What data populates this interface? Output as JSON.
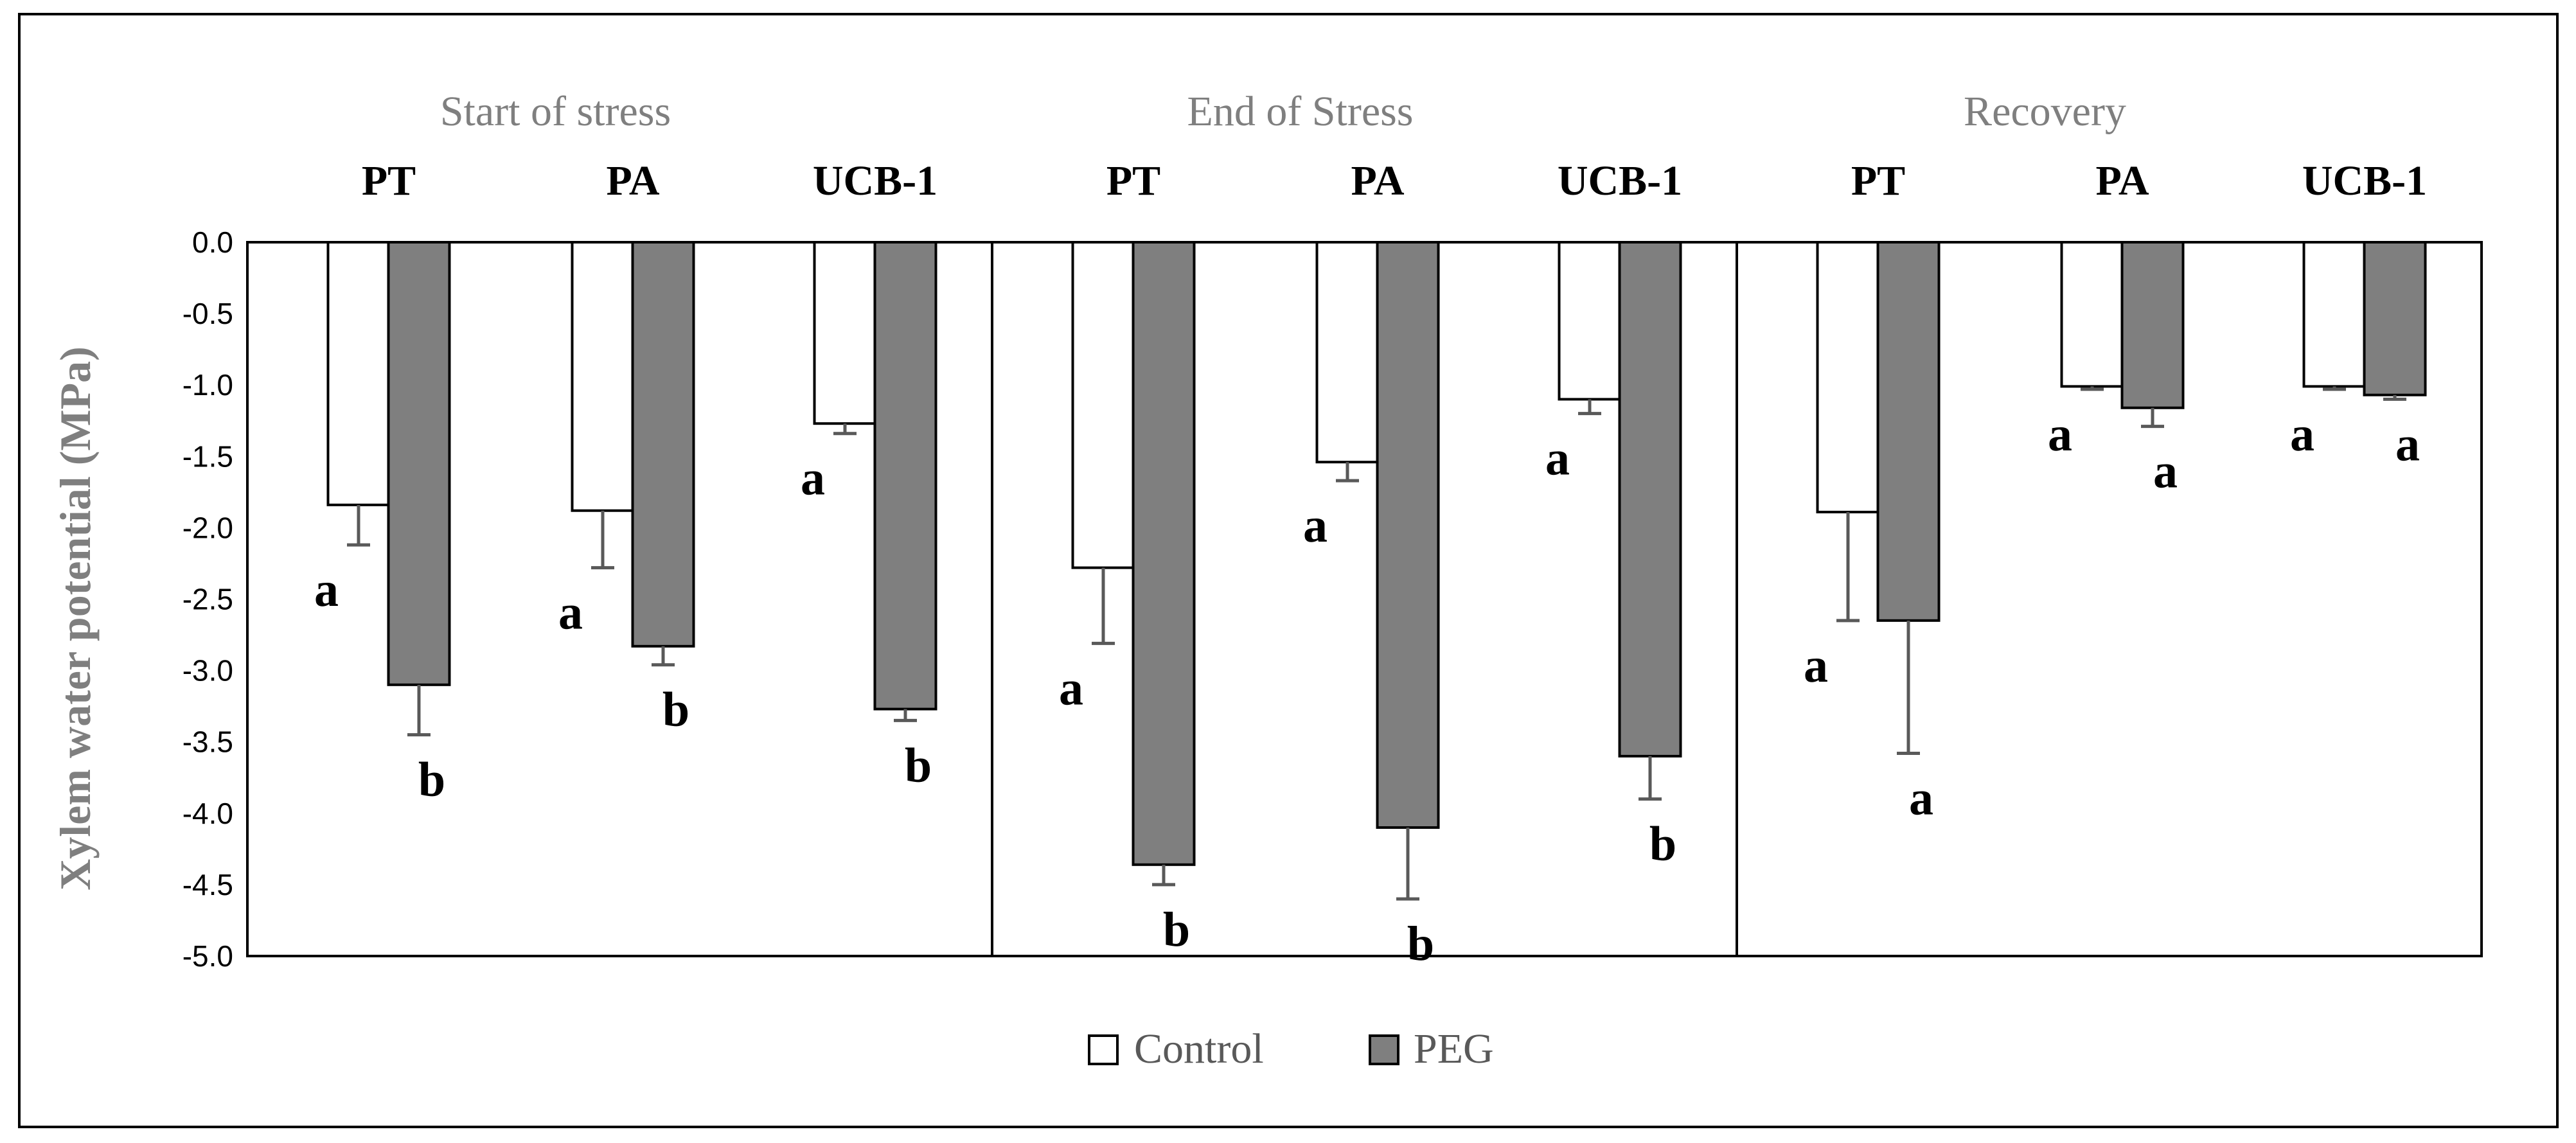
{
  "chart_data": {
    "type": "bar",
    "ylabel": "Xylem water potential (MPa)",
    "ylim": [
      -5.0,
      0.0
    ],
    "yticks": [
      "0.0",
      "-0.5",
      "-1.0",
      "-1.5",
      "-2.0",
      "-2.5",
      "-3.0",
      "-3.5",
      "-4.0",
      "-4.5",
      "-5.0"
    ],
    "ytick_values": [
      0.0,
      -0.5,
      -1.0,
      -1.5,
      -2.0,
      -2.5,
      -3.0,
      -3.5,
      -4.0,
      -4.5,
      -5.0
    ],
    "legend": [
      "Control",
      "PEG"
    ],
    "legend_position": "bottom",
    "colors": {
      "control": "#ffffff",
      "peg": "#7f7f7f",
      "error_bar": "#595959",
      "label_gray": "#7f7f7f"
    },
    "groups": [
      {
        "phase": "Start of stress",
        "cultivars": [
          {
            "name": "PT",
            "control": {
              "value": -1.84,
              "error": 0.28,
              "letter": "a"
            },
            "peg": {
              "value": -3.1,
              "error": 0.35,
              "letter": "b"
            }
          },
          {
            "name": "PA",
            "control": {
              "value": -1.88,
              "error": 0.4,
              "letter": "a"
            },
            "peg": {
              "value": -2.83,
              "error": 0.13,
              "letter": "b"
            }
          },
          {
            "name": "UCB-1",
            "control": {
              "value": -1.27,
              "error": 0.07,
              "letter": "a"
            },
            "peg": {
              "value": -3.27,
              "error": 0.08,
              "letter": "b"
            }
          }
        ]
      },
      {
        "phase": "End of Stress",
        "cultivars": [
          {
            "name": "PT",
            "control": {
              "value": -2.28,
              "error": 0.53,
              "letter": "a"
            },
            "peg": {
              "value": -4.36,
              "error": 0.14,
              "letter": "b"
            }
          },
          {
            "name": "PA",
            "control": {
              "value": -1.54,
              "error": 0.13,
              "letter": "a"
            },
            "peg": {
              "value": -4.1,
              "error": 0.5,
              "letter": "b"
            }
          },
          {
            "name": "UCB-1",
            "control": {
              "value": -1.1,
              "error": 0.1,
              "letter": "a"
            },
            "peg": {
              "value": -3.6,
              "error": 0.3,
              "letter": "b"
            }
          }
        ]
      },
      {
        "phase": "Recovery",
        "cultivars": [
          {
            "name": "PT",
            "control": {
              "value": -1.89,
              "error": 0.76,
              "letter": "a"
            },
            "peg": {
              "value": -2.65,
              "error": 0.93,
              "letter": "a"
            }
          },
          {
            "name": "PA",
            "control": {
              "value": -1.01,
              "error": 0.02,
              "letter": "a"
            },
            "peg": {
              "value": -1.16,
              "error": 0.13,
              "letter": "a"
            }
          },
          {
            "name": "UCB-1",
            "control": {
              "value": -1.01,
              "error": 0.02,
              "letter": "a"
            },
            "peg": {
              "value": -1.07,
              "error": 0.03,
              "letter": "a"
            }
          }
        ]
      }
    ]
  }
}
